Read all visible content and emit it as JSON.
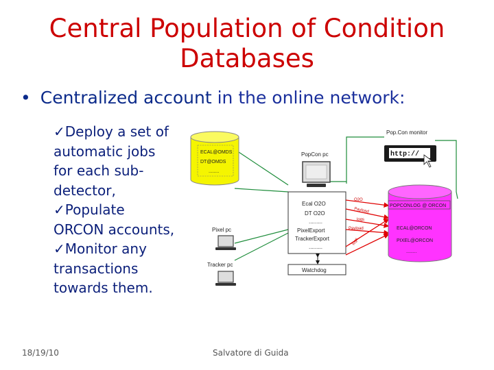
{
  "slide": {
    "title_line1": "Central Population of Condition",
    "title_line2": "Databases",
    "bullet_highlight": "Centralized account",
    "bullet_rest": " in the online network:",
    "checks": [
      "Deploy a set of automatic jobs for each sub-detector,",
      "Populate ORCON accounts,",
      "Monitor any transactions towards them."
    ],
    "date": "18/19/10",
    "author": "Salvatore di Guida"
  },
  "diagram": {
    "yellow_db": [
      "ECAL@OMDS",
      "DT@OMDS",
      "........"
    ],
    "popcon_pc": "PopCon pc",
    "popcon_monitor": "Pop.Con monitor",
    "url_text": "http://",
    "server_box": [
      "Ecal O2O",
      "DT O2O",
      ".........",
      "PixelExport",
      "TrackerExport",
      "........."
    ],
    "watchdog": "Watchdog",
    "pixel_pc": "Pixel pc",
    "tracker_pc": "Tracker pc",
    "pink_db": [
      "POPCONLOG @ ORCON",
      "ECAL@ORCON",
      "PIXEL@ORCON",
      "........"
    ],
    "red_labels": [
      "O2O",
      "Payload",
      "logs",
      "Payload",
      "logs"
    ],
    "colors": {
      "title": "#cc0000",
      "bullet": "#0b2a8a",
      "yellow_db": "#f5f500",
      "pink_db": "#ff33ff",
      "arrows": "#e00000",
      "links": "#1d8c3a"
    }
  }
}
